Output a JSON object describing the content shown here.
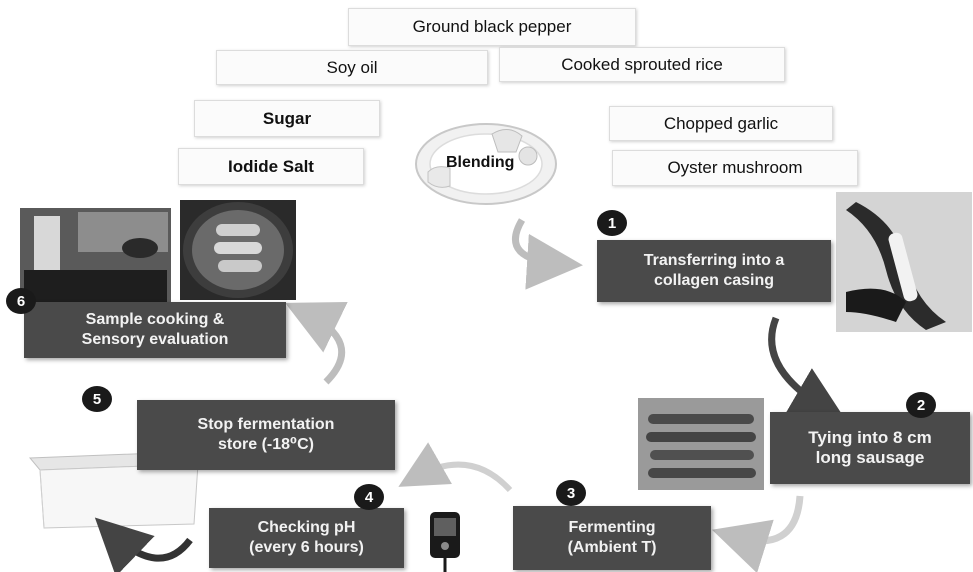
{
  "ingredients": {
    "pepper": "Ground black pepper",
    "soy_oil": "Soy oil",
    "rice": "Cooked sprouted rice",
    "sugar": "Sugar",
    "garlic": "Chopped garlic",
    "salt": "Iodide  Salt",
    "mushroom": "Oyster mushroom"
  },
  "blending_label": "Blending",
  "steps": [
    {
      "number": "1",
      "label": "Transferring into a\ncollagen casing"
    },
    {
      "number": "2",
      "label": "Tying into 8 cm\nlong sausage"
    },
    {
      "number": "3",
      "label": "Fermenting\n(Ambient T)"
    },
    {
      "number": "4",
      "label": "Checking pH\n(every 6 hours)"
    },
    {
      "number": "5",
      "label": "Stop fermentation\nstore (-18⁰C)"
    },
    {
      "number": "6",
      "label": "Sample cooking &\nSensory evaluation"
    }
  ]
}
